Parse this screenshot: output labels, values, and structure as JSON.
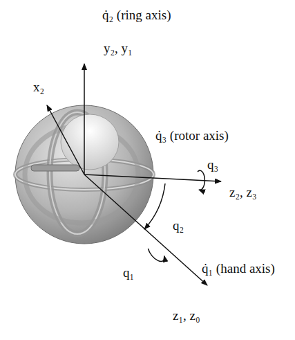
{
  "diagram": {
    "labels": [
      "q̇₂ (ring axis)",
      "y₂, y₁",
      "x₂",
      "q̇₃ (rotor axis)",
      "q₃",
      "z₂, z₃",
      "q₂",
      "q₁",
      "q̇₁ (hand axis)",
      "z₁, z₀"
    ]
  }
}
